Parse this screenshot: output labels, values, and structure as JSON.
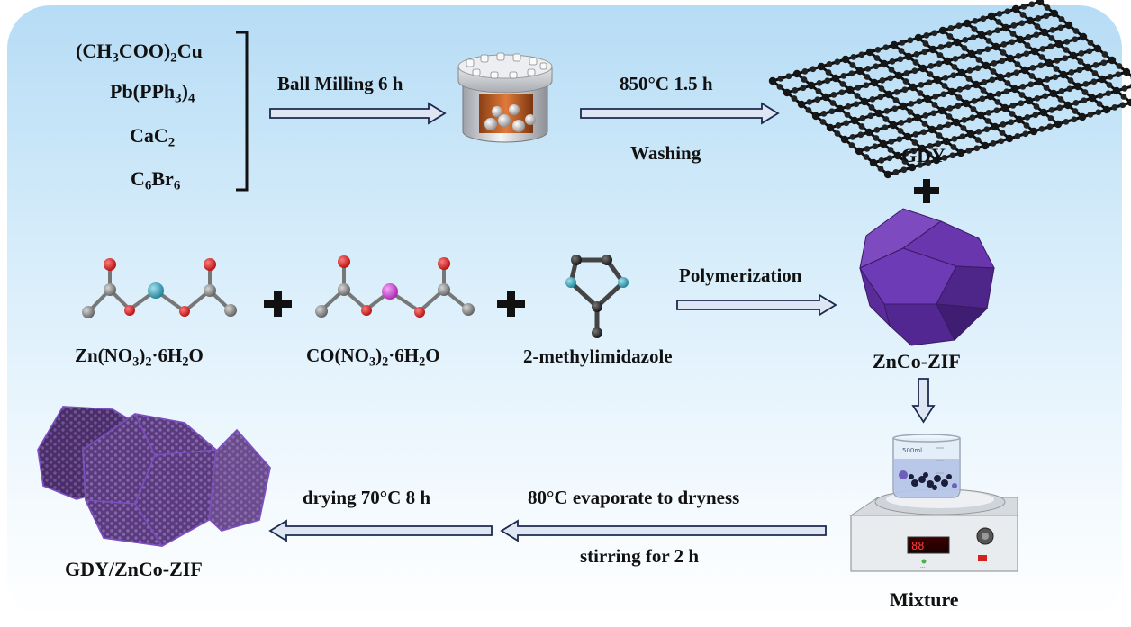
{
  "reagents": {
    "copper_acetate": {
      "a": "(CH",
      "s1": "3",
      "b": "COO)",
      "s2": "2",
      "c": "Cu"
    },
    "palladium": {
      "a": "Pb(PPh",
      "s1": "3",
      "b": ")",
      "s2": "4"
    },
    "calcium_carbide": {
      "a": "CaC",
      "s1": "2"
    },
    "hexabromobenzene": {
      "a": "C",
      "s1": "6",
      "b": "Br",
      "s2": "6"
    }
  },
  "steps": {
    "ball_milling": "Ball Milling 6 h",
    "heating": "850°C 1.5 h",
    "washing": "Washing",
    "polymerization": "Polymerization",
    "evaporate": "80°C evaporate to dryness",
    "stirring": "stirring for  2 h",
    "drying": "drying 70°C 8 h"
  },
  "products": {
    "gdy": "GDY",
    "zif": "ZnCo-ZIF",
    "mixture": "Mixture",
    "composite": "GDY/ZnCo-ZIF"
  },
  "precursors": {
    "zinc": {
      "a": "Zn(NO",
      "s1": "3",
      "b": ")",
      "s2": "2",
      "c": "·6H",
      "s3": "2",
      "d": "O"
    },
    "cobalt": {
      "a": "CO(NO",
      "s1": "3",
      "b": ")",
      "s2": "2",
      "c": "·6H",
      "s3": "2",
      "d": "O"
    },
    "linker": "2-methylimidazole"
  },
  "stirrer_labels": {
    "beaker": "500ml"
  },
  "colors": {
    "panel_top": "#b6dcf5",
    "arrow_fill": "#dde6f2",
    "arrow_stroke": "#1c2a50",
    "zif_purple": "#5b2c8c",
    "oxygen": "#d71e1e",
    "carbon": "#8a8a8a",
    "zinc_atom": "#3aa0b8",
    "cobalt_atom": "#d04bd6",
    "nitrogen": "#3ca6b8"
  }
}
